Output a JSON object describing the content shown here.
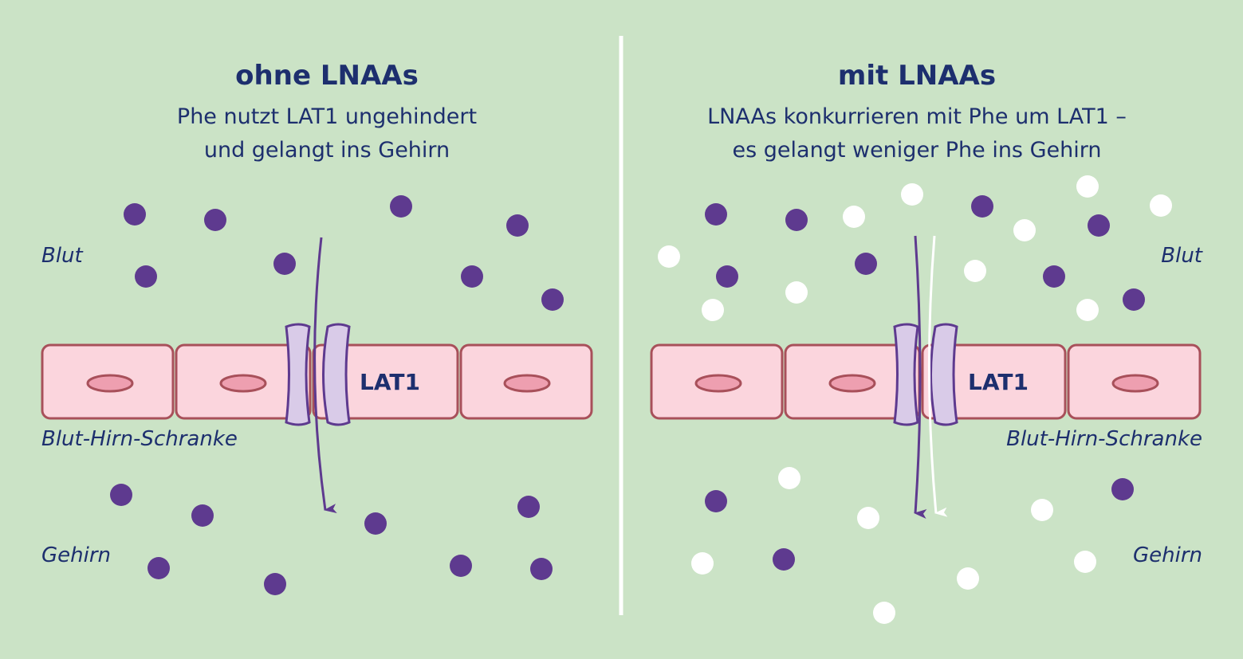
{
  "colors": {
    "background": "#cbe3c6",
    "divider": "#ffffff",
    "text": "#1d2f6e",
    "phe_dot": "#5e3a8f",
    "lnaa_dot": "#ffffff",
    "cell_fill": "#fbd5dd",
    "cell_stroke": "#a8505a",
    "nucleus_fill": "#ee9fb0",
    "channel_fill": "#d9cbe8",
    "channel_stroke": "#5e3a8f"
  },
  "panels": [
    {
      "id": "left",
      "title": "ohne LNAAs",
      "subtitle_line1": "Phe nutzt LAT1 ungehindert",
      "subtitle_line2": "und gelangt ins Gehirn",
      "label_blood": "Blut",
      "label_barrier": "Blut-Hirn-Schranke",
      "label_brain": "Gehirn",
      "transporter_label": "LAT1"
    },
    {
      "id": "right",
      "title": "mit LNAAs",
      "subtitle_line1": "LNAAs konkurrieren mit Phe um LAT1 –",
      "subtitle_line2": "es gelangt weniger Phe ins Gehirn",
      "label_blood": "Blut",
      "label_barrier": "Blut-Hirn-Schranke",
      "label_brain": "Gehirn",
      "transporter_label": "LAT1"
    }
  ]
}
